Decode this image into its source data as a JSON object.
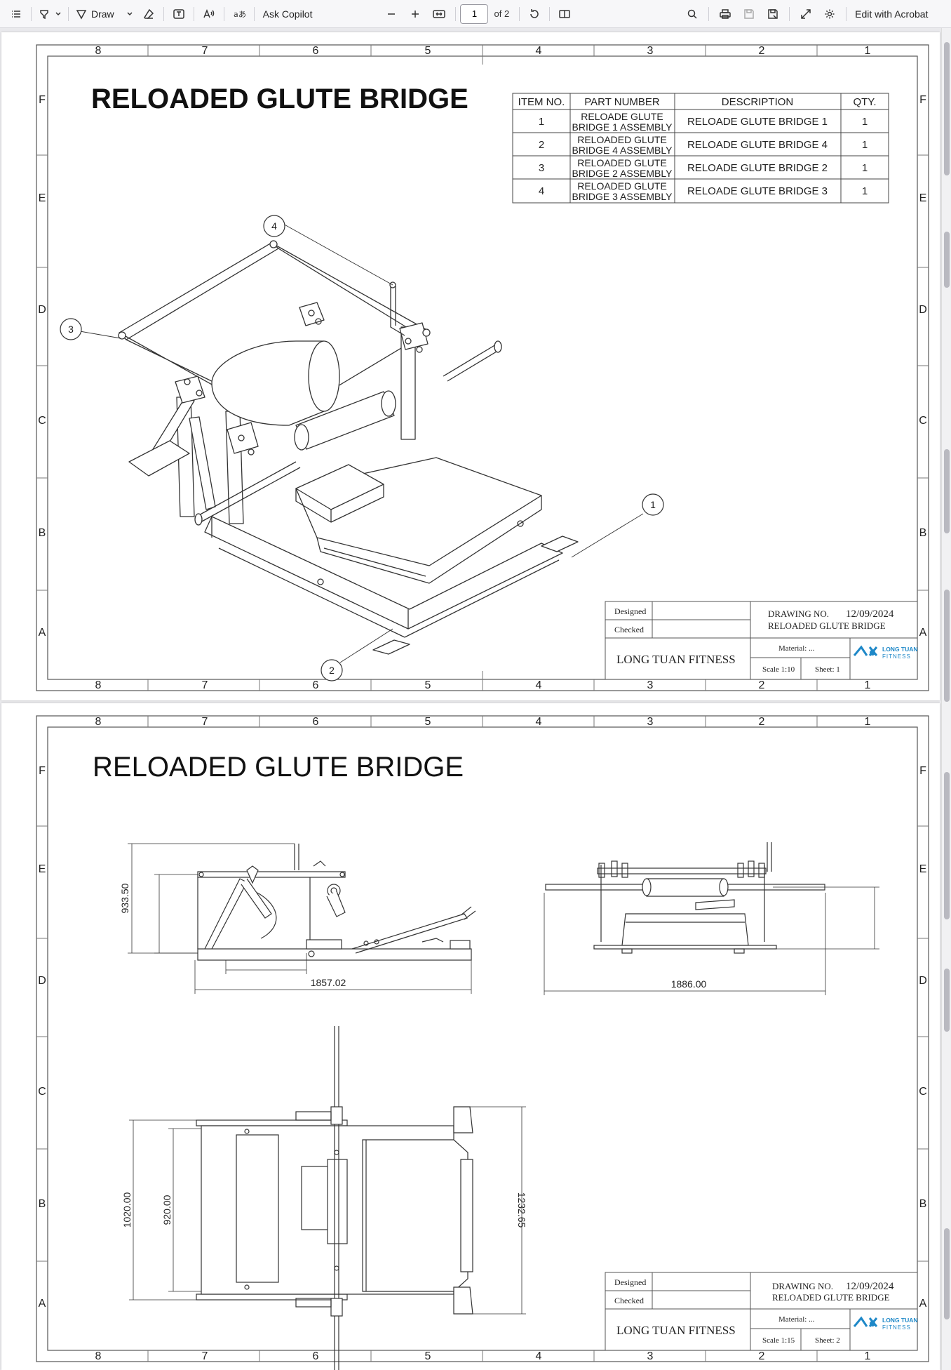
{
  "toolbar": {
    "draw_label": "Draw",
    "ask_copilot_label": "Ask Copilot",
    "page_current": "1",
    "page_of": "of 2",
    "edit_label": "Edit with Acrobat"
  },
  "zones": {
    "columns": [
      "8",
      "7",
      "6",
      "5",
      "4",
      "3",
      "2",
      "1"
    ],
    "rows": [
      "F",
      "E",
      "D",
      "C",
      "B",
      "A"
    ]
  },
  "page1": {
    "title": "RELOADED GLUTE BRIDGE",
    "bom": {
      "headers": [
        "ITEM NO.",
        "PART NUMBER",
        "DESCRIPTION",
        "QTY."
      ],
      "rows": [
        {
          "item": "1",
          "part_line1": "RELOADE GLUTE",
          "part_line2": "BRIDGE 1 ASSEMBLY",
          "description": "RELOADE GLUTE BRIDGE 1",
          "qty": "1"
        },
        {
          "item": "2",
          "part_line1": "RELOADED GLUTE",
          "part_line2": "BRIDGE 4 ASSEMBLY",
          "description": "RELOADE GLUTE BRIDGE 4",
          "qty": "1"
        },
        {
          "item": "3",
          "part_line1": "RELOADED GLUTE",
          "part_line2": "BRIDGE 2 ASSEMBLY",
          "description": "RELOADE GLUTE BRIDGE 2",
          "qty": "1"
        },
        {
          "item": "4",
          "part_line1": "RELOADED GLUTE",
          "part_line2": "BRIDGE 3 ASSEMBLY",
          "description": "RELOADE GLUTE BRIDGE 3",
          "qty": "1"
        }
      ]
    },
    "balloons": [
      "1",
      "2",
      "3",
      "4"
    ],
    "title_block": {
      "designed_label": "Designed",
      "checked_label": "Checked",
      "company": "LONG TUAN FITNESS",
      "drawing_no_label": "DRAWING NO.",
      "date": "12/09/2024",
      "drawing_name": "RELOADED GLUTE BRIDGE",
      "material": "Material: ...",
      "scale": "Scale 1:10",
      "sheet": "Sheet: 1",
      "logo_line1": "LONG TUAN",
      "logo_line2": "FITNESS"
    }
  },
  "page2": {
    "title": "RELOADED GLUTE BRIDGE",
    "dimensions": {
      "side_height": "933.50",
      "side_length": "1857.02",
      "front_width": "1886.00",
      "top_outer": "1020.00",
      "top_inner": "920.00",
      "top_right": "1232.65"
    },
    "title_block": {
      "designed_label": "Designed",
      "checked_label": "Checked",
      "company": "LONG TUAN FITNESS",
      "drawing_no_label": "DRAWING NO.",
      "date": "12/09/2024",
      "drawing_name": "RELOADED GLUTE BRIDGE",
      "material": "Material: ...",
      "scale": "Scale 1:15",
      "sheet": "Sheet: 2",
      "logo_line1": "LONG TUAN",
      "logo_line2": "FITNESS"
    }
  },
  "colors": {
    "logo_blue": "#1e88c8",
    "line": "#333333"
  }
}
